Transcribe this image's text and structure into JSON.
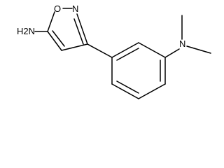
{
  "labels": {
    "amine_group": "H2N",
    "ring_oxygen": "O",
    "ring_nitrogen": "N",
    "dimethylamino_nitrogen": "N"
  }
}
